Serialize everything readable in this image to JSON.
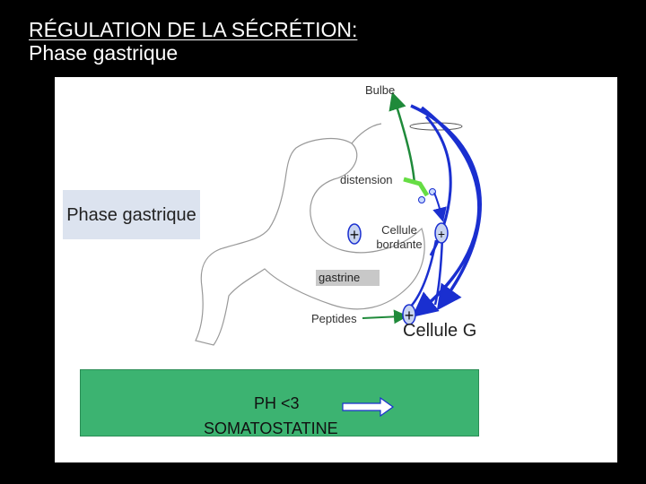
{
  "slide": {
    "title_line1": "RÉGULATION DE LA SÉCRÉTION:",
    "title_line2": "Phase gastrique"
  },
  "diagram": {
    "phase_label": "Phase gastrique",
    "bulbe": "Bulbe",
    "distension": "distension",
    "cellule_bordante": "Cellule bordante",
    "gastrine": "gastrine",
    "peptides": "Peptides",
    "cellule_g": "Cellule G",
    "ph": "PH <3",
    "somatostatine": "SOMATOSTATINE",
    "plus_sign": "+"
  },
  "colors": {
    "background": "#000000",
    "panel": "#ffffff",
    "green_box": "#3cb371",
    "phase_box": "#dce3ef",
    "blue_arrow": "#1a2fd0",
    "green_arrow": "#1f8a3a"
  }
}
